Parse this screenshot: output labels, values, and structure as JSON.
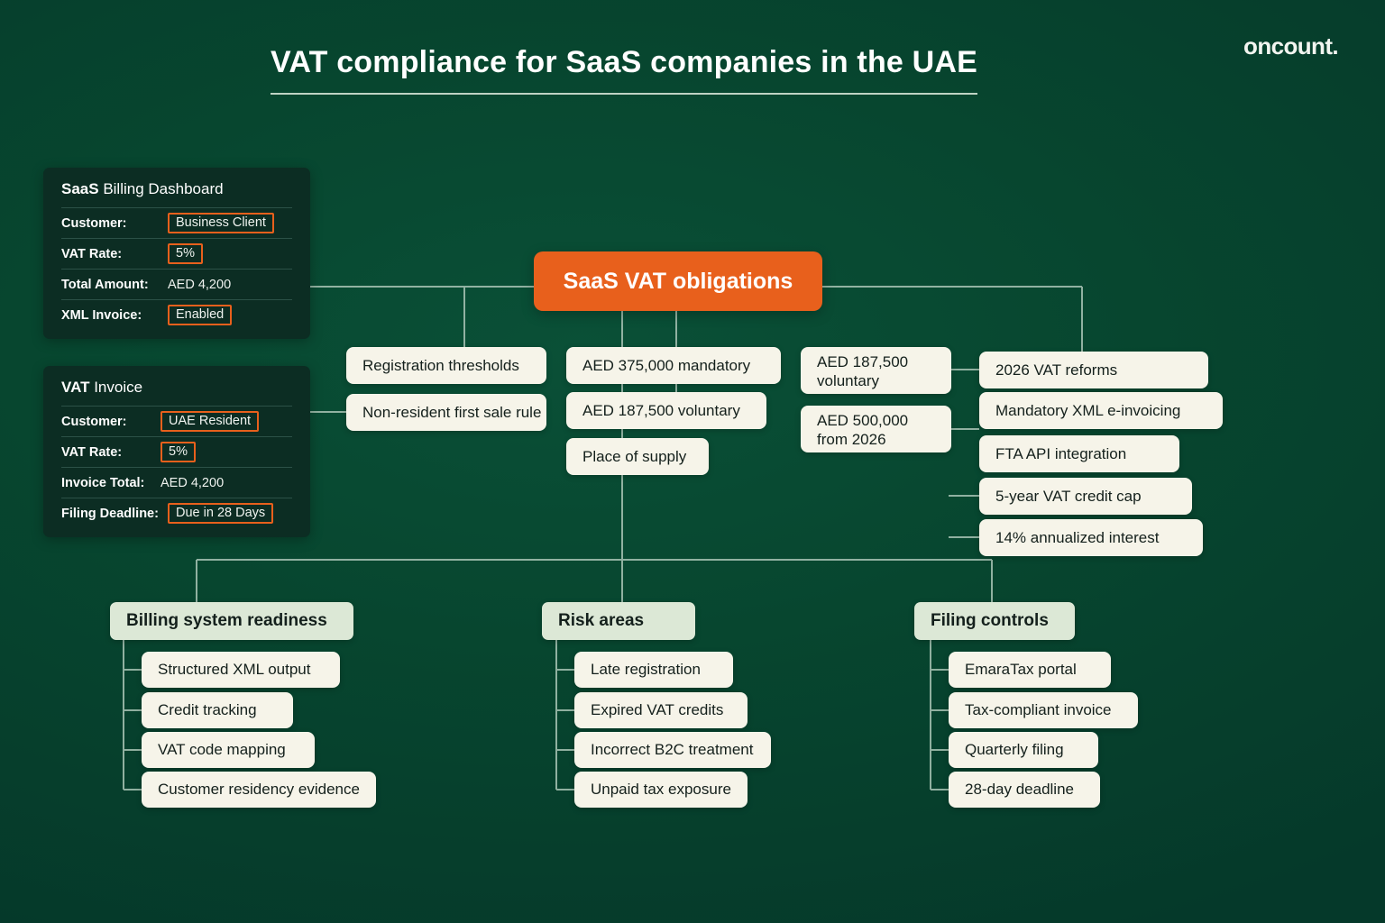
{
  "header": {
    "title": "VAT compliance for SaaS companies in the UAE",
    "logo": "oncount."
  },
  "colors": {
    "background": "#07462F",
    "accent_orange": "#E8601C",
    "node_cream": "#F6F4E9",
    "section_header": "#DCE8D6",
    "card_dark": "#0C2D23",
    "connector": "#A9C4B5"
  },
  "billing_card": {
    "title_bold": "SaaS",
    "title_rest": " Billing Dashboard",
    "rows": [
      {
        "label": "Customer:",
        "value": "Business Client",
        "highlight": true
      },
      {
        "label": "VAT Rate:",
        "value": "5%",
        "highlight": true
      },
      {
        "label": "Total Amount:",
        "value": "AED 4,200",
        "highlight": false
      },
      {
        "label": "XML Invoice:",
        "value": "Enabled",
        "highlight": true
      }
    ]
  },
  "invoice_card": {
    "title_bold": "VAT",
    "title_rest": " Invoice",
    "rows": [
      {
        "label": "Customer:",
        "value": "UAE Resident",
        "highlight": true
      },
      {
        "label": "VAT Rate:",
        "value": "5%",
        "highlight": true
      },
      {
        "label": "Invoice Total:",
        "value": "AED 4,200",
        "highlight": false
      },
      {
        "label": "Filing Deadline:",
        "value": "Due in 28 Days",
        "highlight": true
      }
    ]
  },
  "center_node": {
    "label": "SaaS VAT obligations"
  },
  "left_branch": {
    "items": [
      {
        "label": "Registration thresholds"
      },
      {
        "label": "Non-resident first sale rule"
      }
    ]
  },
  "middle_branch": {
    "items": [
      {
        "label": "AED 375,000 mandatory"
      },
      {
        "label": "AED 187,500 voluntary"
      },
      {
        "label": "Place of supply"
      }
    ]
  },
  "threshold_branch": {
    "items": [
      {
        "label": "AED 187,500 voluntary"
      },
      {
        "label": "AED 500,000 from 2026"
      }
    ]
  },
  "reforms_branch": {
    "head": "2026 VAT reforms",
    "items": [
      {
        "label": "Mandatory XML e-invoicing"
      },
      {
        "label": "FTA API integration"
      },
      {
        "label": "5-year VAT credit cap"
      },
      {
        "label": "14% annualized interest"
      }
    ]
  },
  "sections": [
    {
      "title": "Billing system readiness",
      "items": [
        {
          "label": "Structured XML output"
        },
        {
          "label": "Credit tracking"
        },
        {
          "label": "VAT code mapping"
        },
        {
          "label": "Customer residency evidence"
        }
      ]
    },
    {
      "title": "Risk areas",
      "items": [
        {
          "label": "Late registration"
        },
        {
          "label": "Expired VAT credits"
        },
        {
          "label": "Incorrect B2C treatment"
        },
        {
          "label": "Unpaid tax exposure"
        }
      ]
    },
    {
      "title": "Filing controls",
      "items": [
        {
          "label": "EmaraTax portal"
        },
        {
          "label": "Tax-compliant invoice"
        },
        {
          "label": "Quarterly filing"
        },
        {
          "label": "28-day deadline"
        }
      ]
    }
  ]
}
